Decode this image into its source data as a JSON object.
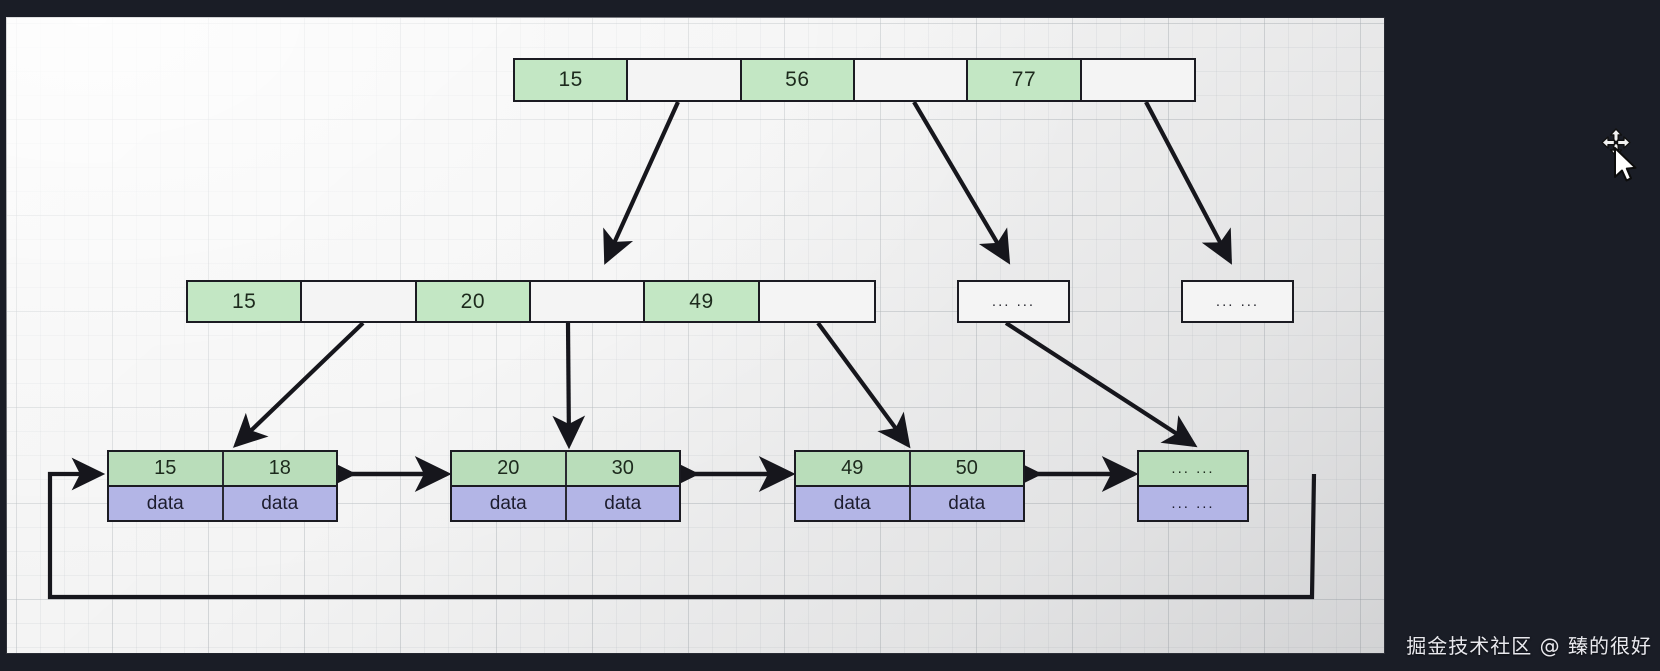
{
  "meta": {
    "title": "B+ Tree structure diagram",
    "watermark": "掘金技术社区 @ 臻的很好"
  },
  "colors": {
    "key_fill": "#c3e7c4",
    "pointer_fill": "#f4f4f4",
    "leaf_key_fill": "#b9ddba",
    "leaf_data_fill": "#b3b5e6",
    "stroke": "#1b1b22",
    "canvas_bg": "#f3f3f3",
    "desktop_bg": "#1a1d26"
  },
  "tree": {
    "root": {
      "name": "root-node",
      "cells": [
        {
          "text": "15",
          "type": "key"
        },
        {
          "text": "",
          "type": "pointer"
        },
        {
          "text": "56",
          "type": "key"
        },
        {
          "text": "",
          "type": "pointer"
        },
        {
          "text": "77",
          "type": "key"
        },
        {
          "text": "",
          "type": "pointer"
        }
      ]
    },
    "internal": [
      {
        "name": "internal-node-1",
        "cells": [
          {
            "text": "15",
            "type": "key"
          },
          {
            "text": "",
            "type": "pointer"
          },
          {
            "text": "20",
            "type": "key"
          },
          {
            "text": "",
            "type": "pointer"
          },
          {
            "text": "49",
            "type": "key"
          },
          {
            "text": "",
            "type": "pointer"
          }
        ]
      },
      {
        "name": "internal-node-2",
        "cells": [
          {
            "text": "... ...",
            "type": "ellipsis"
          }
        ]
      },
      {
        "name": "internal-node-3",
        "cells": [
          {
            "text": "... ...",
            "type": "ellipsis"
          }
        ]
      }
    ],
    "leaves": [
      {
        "name": "leaf-node-1",
        "keys": [
          "15",
          "18"
        ],
        "values": [
          "data",
          "data"
        ]
      },
      {
        "name": "leaf-node-2",
        "keys": [
          "20",
          "30"
        ],
        "values": [
          "data",
          "data"
        ]
      },
      {
        "name": "leaf-node-3",
        "keys": [
          "49",
          "50"
        ],
        "values": [
          "data",
          "data"
        ]
      },
      {
        "name": "leaf-node-4",
        "keys": [
          "... ..."
        ],
        "values": [
          "... ..."
        ]
      }
    ]
  },
  "cursor": {
    "type": "move-cursor"
  }
}
